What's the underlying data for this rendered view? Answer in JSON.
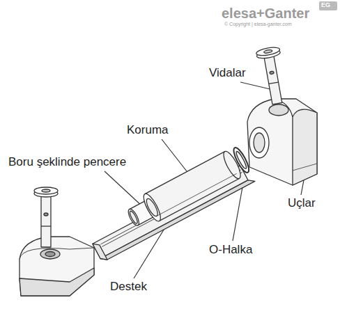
{
  "diagram": {
    "labels": [
      "elesa+Ganter",
      "EG",
      "© Copyright | elesa-ganter.com",
      "Vidalar",
      "Koruma",
      "Boru şeklinde pencere",
      "Uçlar",
      "O-Halka",
      "Destek"
    ]
  }
}
